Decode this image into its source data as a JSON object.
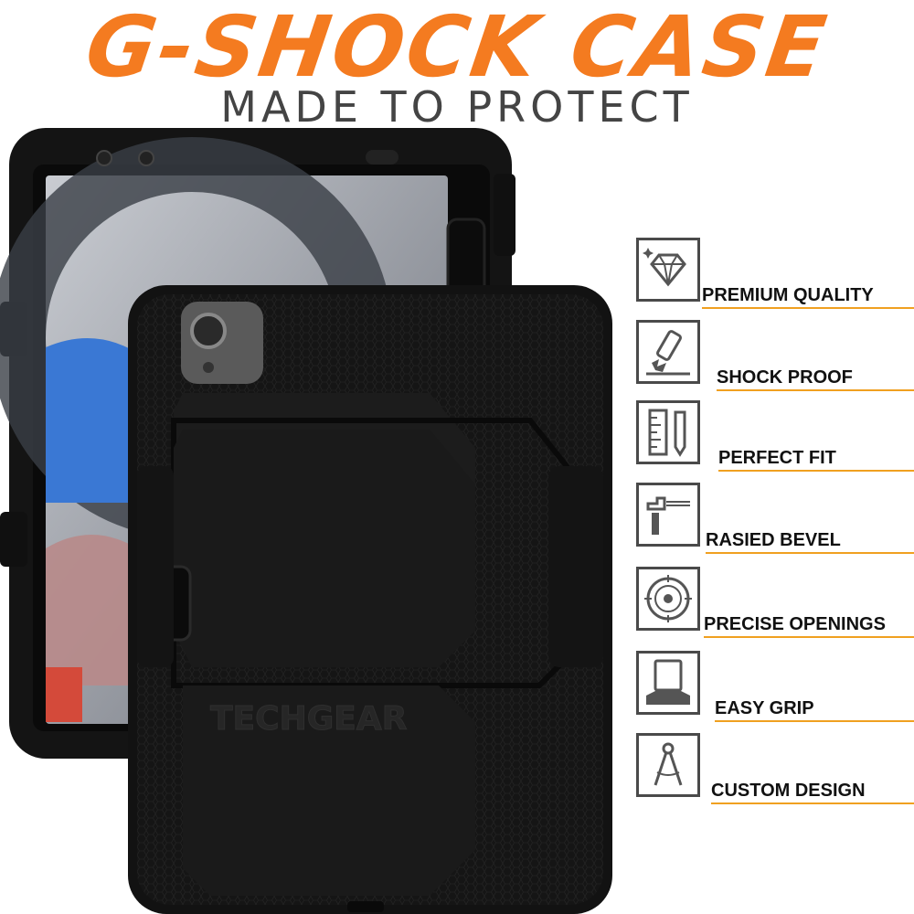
{
  "header": {
    "headline": "G-SHOCK CASE",
    "subhead": "MADE TO PROTECT"
  },
  "product": {
    "brand_logo": "TECHGEAR",
    "accent_color": "#f47b20",
    "case_color": "#111111"
  },
  "features": [
    {
      "label": "PREMIUM QUALITY",
      "icon": "diamond-icon"
    },
    {
      "label": "SHOCK PROOF",
      "icon": "impact-icon"
    },
    {
      "label": "PERFECT FIT",
      "icon": "ruler-icon"
    },
    {
      "label": "RASIED BEVEL",
      "icon": "bevel-icon"
    },
    {
      "label": "PRECISE OPENINGS",
      "icon": "target-icon"
    },
    {
      "label": "EASY GRIP",
      "icon": "hand-grip-icon"
    },
    {
      "label": "CUSTOM DESIGN",
      "icon": "compass-icon"
    }
  ]
}
